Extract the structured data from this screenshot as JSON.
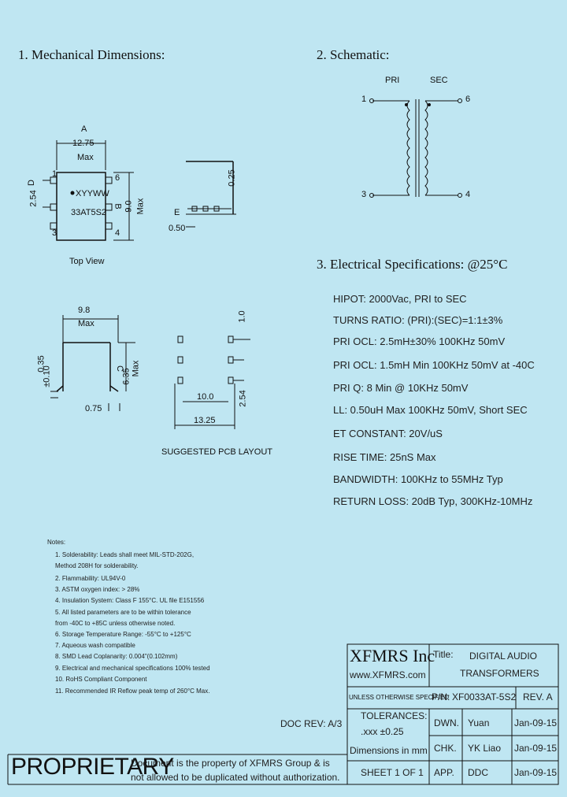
{
  "sections": {
    "mechanical": "1. Mechanical Dimensions:",
    "schematic": "2. Schematic:",
    "electrical": "3. Electrical Specifications: @25°C"
  },
  "mechanical": {
    "dim_a": "A",
    "width_value": "12.75",
    "width_max": "Max",
    "dim_d": "D",
    "dim_d_value": "2.54",
    "pin1": "1",
    "pin3": "3",
    "pin4": "4",
    "pin6": "6",
    "marking_line1": "XYYWW",
    "marking_line2": "33AT5S2",
    "dim_b": "B",
    "height_value": "9.0",
    "height_max": "Max",
    "top_view": "Top View",
    "side_d_value": "0.25",
    "side_e": "E",
    "side_e_value": "0.50",
    "front_width": "9.8",
    "front_width_max": "Max",
    "front_left_value": "0.35",
    "front_left_tol": "±0.10",
    "front_c": "C",
    "front_c_value": "6.35",
    "front_c_max": "Max",
    "front_bottom": "0.75",
    "pcb_top": "1.0",
    "pcb_inner": "10.0",
    "pcb_outer": "13.25",
    "pcb_pitch": "2.54",
    "pcb_caption": "SUGGESTED PCB LAYOUT"
  },
  "schematic": {
    "pri": "PRI",
    "sec": "SEC",
    "pin1": "1",
    "pin3": "3",
    "pin6": "6",
    "pin4": "4"
  },
  "specs": [
    "HIPOT: 2000Vac, PRI to SEC",
    "TURNS RATIO: (PRI):(SEC)=1:1±3%",
    "PRI OCL: 2.5mH±30% 100KHz 50mV",
    "PRI OCL: 1.5mH Min 100KHz 50mV at -40C",
    "PRI Q: 8 Min @ 10KHz 50mV",
    "LL: 0.50uH Max 100KHz 50mV, Short SEC",
    "ET CONSTANT: 20V/uS",
    "RISE TIME: 25nS Max",
    "BANDWIDTH: 100KHz to 55MHz Typ",
    "RETURN LOSS: 20dB Typ, 300KHz-10MHz"
  ],
  "notes": {
    "title": "Notes:",
    "items": [
      "1. Solderability: Leads shall meet MIL-STD-202G,",
      "    Method 208H for solderability.",
      "2. Flammability: UL94V-0",
      "3. ASTM oxygen index: > 28%",
      "4. Insulation System: Class F 155°C. UL file E151556",
      "5. All listed parameters are to be within tolerance",
      "    from -40C to +85C unless otherwise noted.",
      "6. Storage Temperature Range: -55°C to +125°C",
      "7. Aqueous wash compatible",
      "8. SMD Lead Coplanarity: 0.004\"(0.102mm)",
      "9. Electrical and mechanical specifications 100% tested",
      "10. RoHS Compliant Component",
      "11. Recommended IR Reflow peak temp of 260°C Max."
    ]
  },
  "title_block": {
    "company": "XFMRS Inc",
    "website": "www.XFMRS.com",
    "title_label": "Title:",
    "title_line1": "DIGITAL AUDIO",
    "title_line2": "TRANSFORMERS",
    "unless": "UNLESS OTHERWISE SPECIFIED",
    "pn_label": "P/N:",
    "pn": "XF0033AT-5S2",
    "rev": "REV. A",
    "tolerances": "TOLERANCES:",
    "tol_value": ".xxx ±0.25",
    "dimensions": "Dimensions in mm",
    "sheet": "SHEET 1 OF 1",
    "doc_rev": "DOC REV: A/3",
    "rows": [
      {
        "label": "DWN.",
        "name": "Yuan",
        "date": "Jan-09-15"
      },
      {
        "label": "CHK.",
        "name": "YK Liao",
        "date": "Jan-09-15"
      },
      {
        "label": "APP.",
        "name": "DDC",
        "date": "Jan-09-15"
      }
    ],
    "proprietary": "PROPRIETARY",
    "prop_line1": "Document is the property of XFMRS Group & is",
    "prop_line2": "not allowed to be duplicated without authorization."
  }
}
